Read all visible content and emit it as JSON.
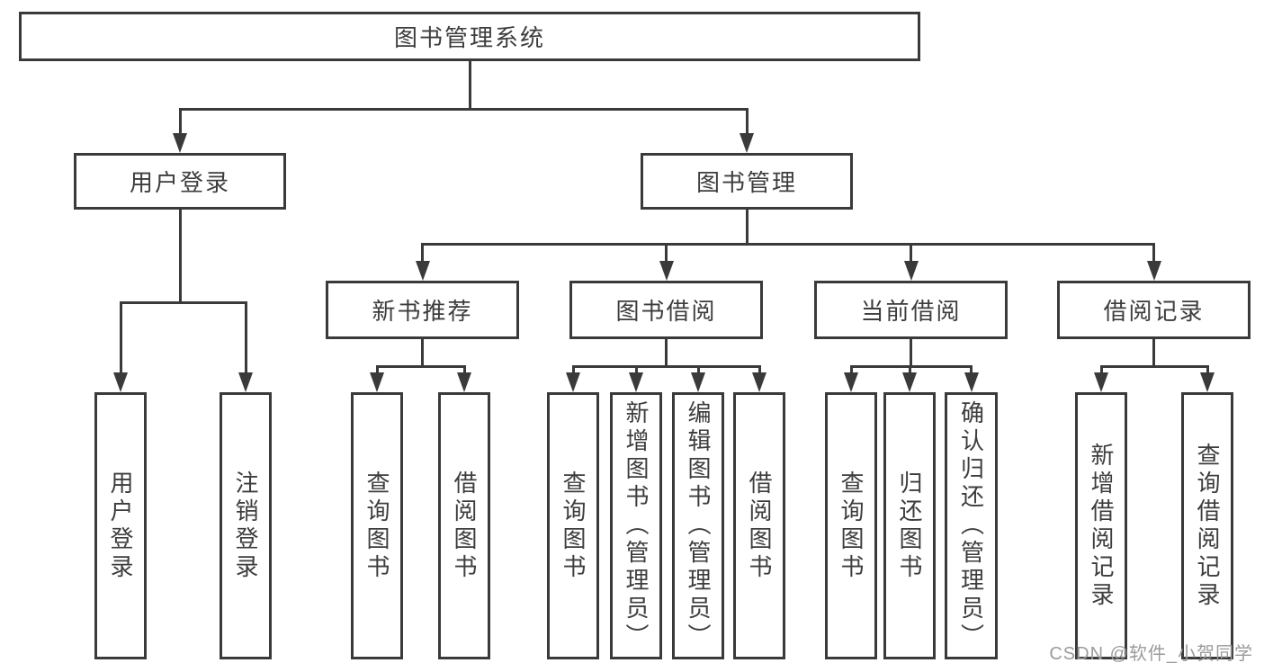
{
  "diagram": {
    "title": "图书管理系统",
    "watermark": "CSDN @软件_小贺同学",
    "colors": {
      "line": "#3a3a3a",
      "text": "#3d3d3d",
      "watermark": "#9b9b9b",
      "background": "#ffffff"
    },
    "nodes": [
      {
        "id": "root",
        "label": "图书管理系统",
        "parent": null
      },
      {
        "id": "user-login",
        "label": "用户登录",
        "parent": "root"
      },
      {
        "id": "book-mgmt",
        "label": "图书管理",
        "parent": "root"
      },
      {
        "id": "new-book-rec",
        "label": "新书推荐",
        "parent": "book-mgmt"
      },
      {
        "id": "book-borrow",
        "label": "图书借阅",
        "parent": "book-mgmt"
      },
      {
        "id": "current-borrow",
        "label": "当前借阅",
        "parent": "book-mgmt"
      },
      {
        "id": "borrow-records",
        "label": "借阅记录",
        "parent": "book-mgmt"
      },
      {
        "id": "login",
        "label": "用户登录",
        "parent": "user-login"
      },
      {
        "id": "logout",
        "label": "注销登录",
        "parent": "user-login"
      },
      {
        "id": "nbr-query",
        "label": "查询图书",
        "parent": "new-book-rec"
      },
      {
        "id": "nbr-borrow",
        "label": "借阅图书",
        "parent": "new-book-rec"
      },
      {
        "id": "bb-query",
        "label": "查询图书",
        "parent": "book-borrow"
      },
      {
        "id": "bb-add",
        "label": "新增图书（管理员）",
        "parent": "book-borrow"
      },
      {
        "id": "bb-edit",
        "label": "编辑图书（管理员）",
        "parent": "book-borrow"
      },
      {
        "id": "bb-borrow",
        "label": "借阅图书",
        "parent": "book-borrow"
      },
      {
        "id": "cb-query",
        "label": "查询图书",
        "parent": "current-borrow"
      },
      {
        "id": "cb-return",
        "label": "归还图书",
        "parent": "current-borrow"
      },
      {
        "id": "cb-confirm",
        "label": "确认归还（管理员）",
        "parent": "current-borrow"
      },
      {
        "id": "br-add",
        "label": "新增借阅记录",
        "parent": "borrow-records"
      },
      {
        "id": "br-query",
        "label": "查询借阅记录",
        "parent": "borrow-records"
      }
    ]
  }
}
